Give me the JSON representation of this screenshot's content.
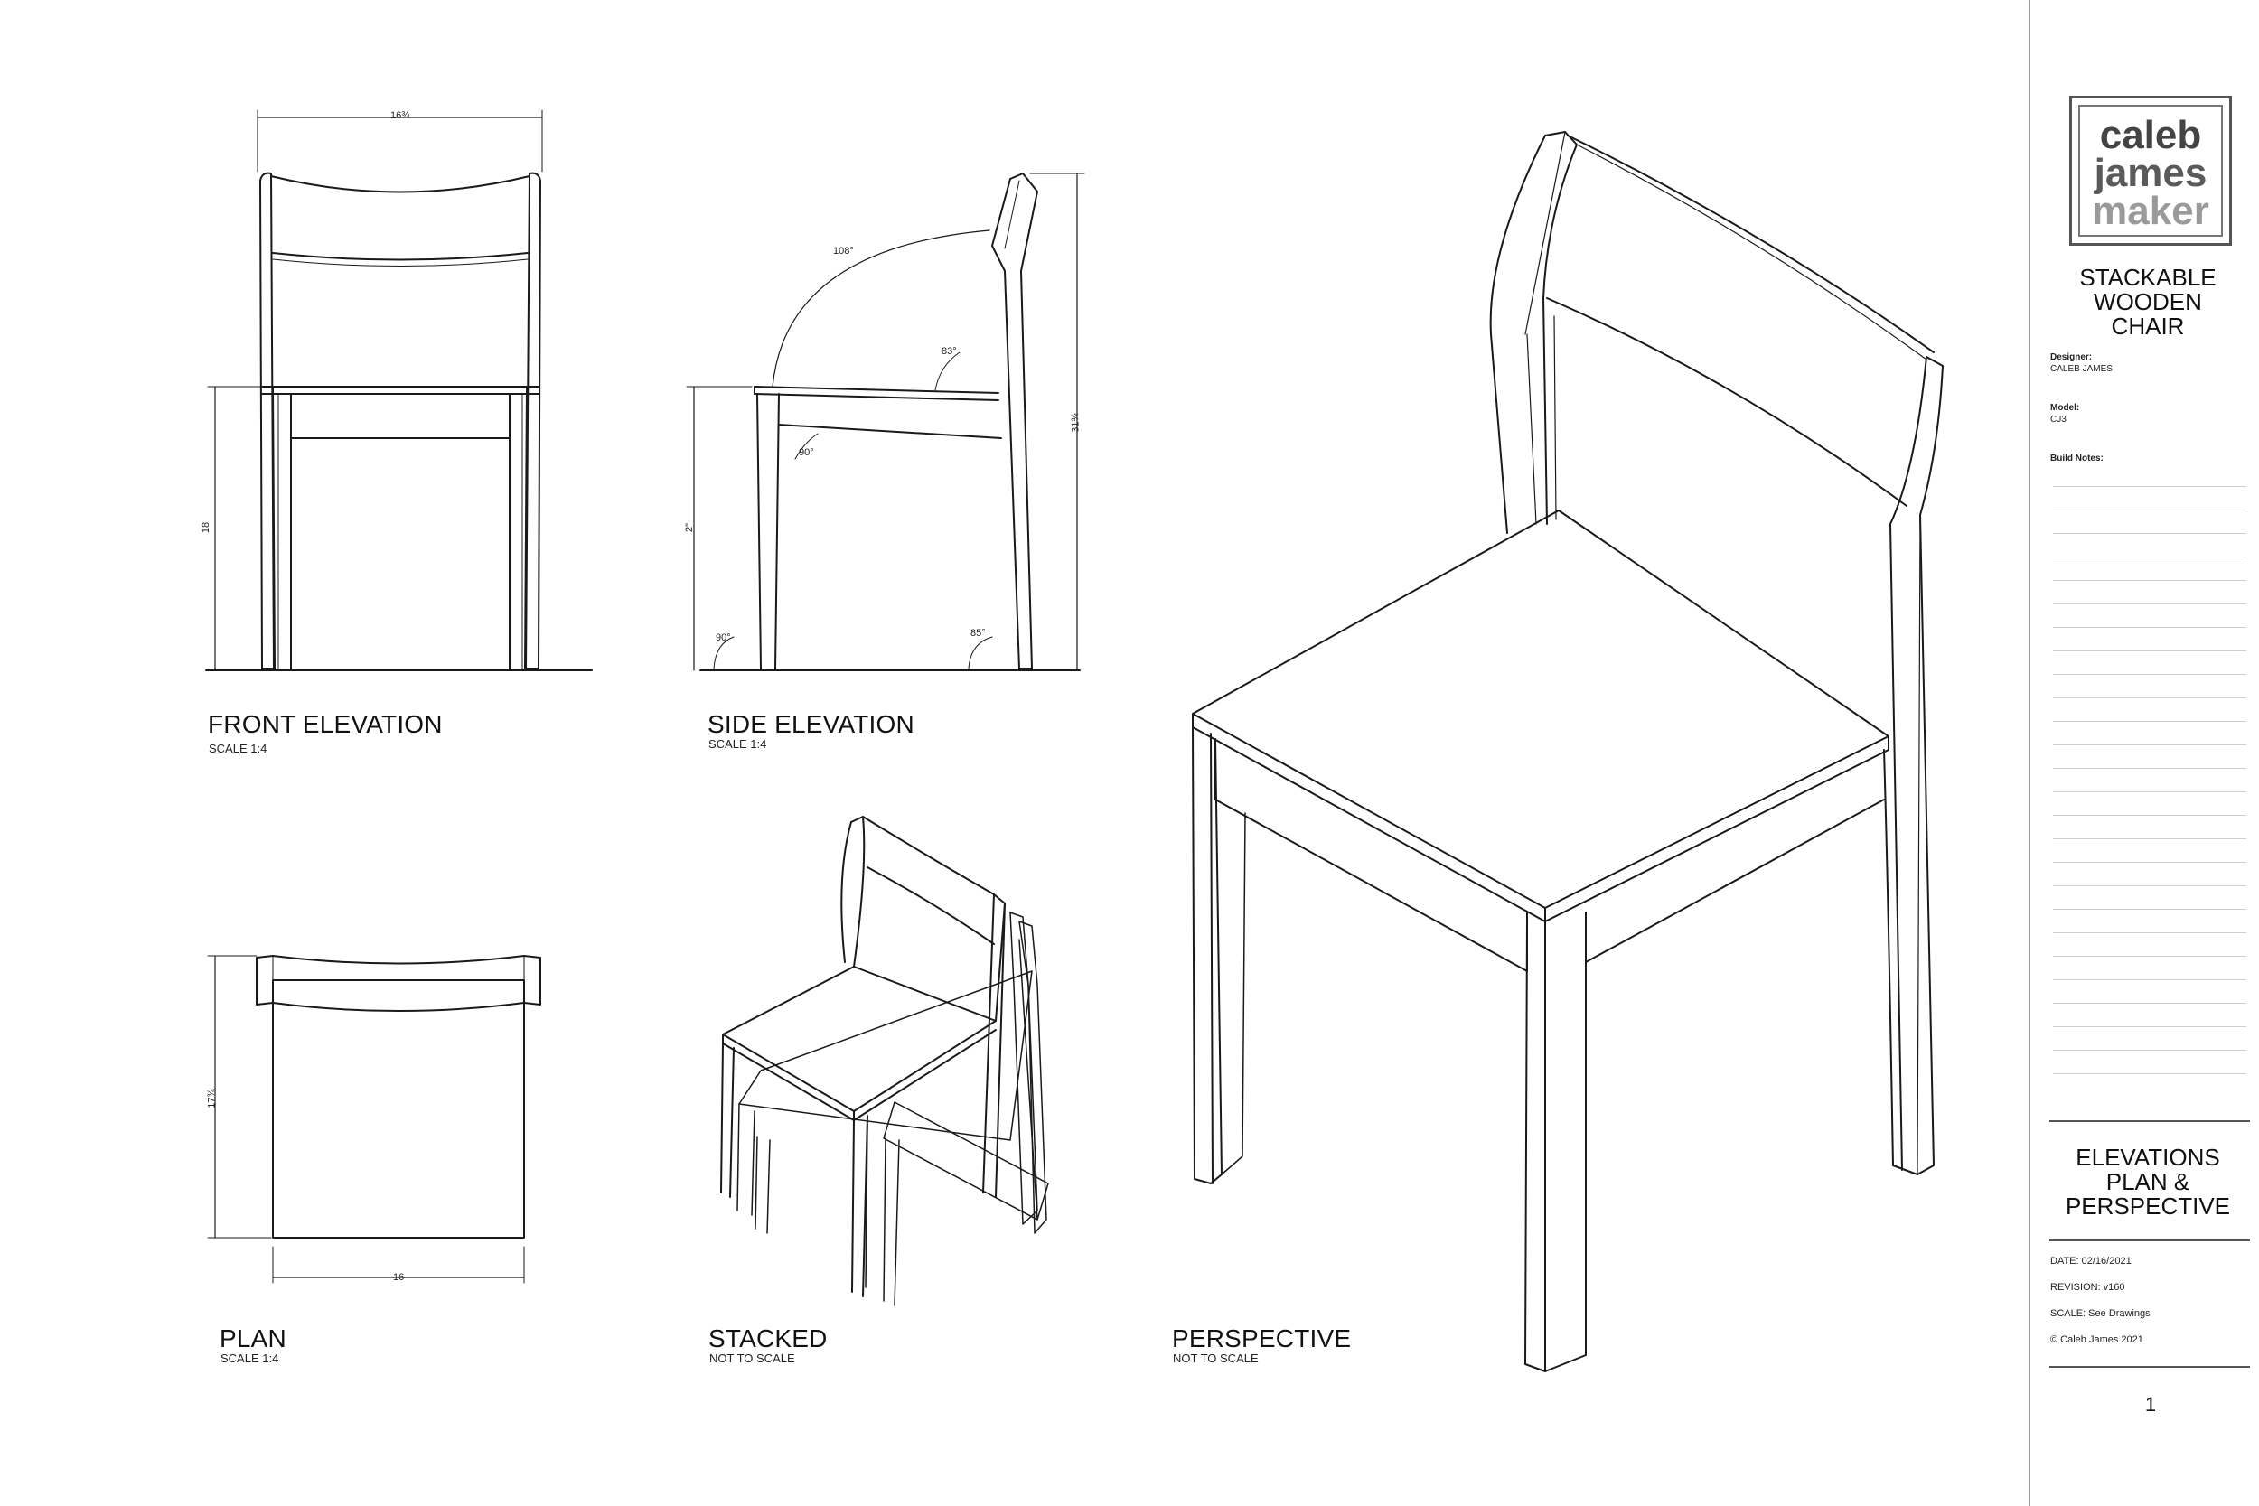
{
  "views": {
    "front": {
      "title": "FRONT ELEVATION",
      "scale": "SCALE 1:4"
    },
    "side": {
      "title": "SIDE ELEVATION",
      "scale": "SCALE 1:4"
    },
    "plan": {
      "title": "PLAN",
      "scale": "SCALE 1:4"
    },
    "stacked": {
      "title": "STACKED",
      "scale": "NOT TO SCALE"
    },
    "perspective": {
      "title": "PERSPECTIVE",
      "scale": "NOT TO SCALE"
    }
  },
  "dimensions": {
    "front_width": "16¾",
    "front_seat_height": "18",
    "side_back_angle": "108°",
    "side_seat_back_angle": "83°",
    "side_front_angle": "90°",
    "side_apron": "2\"",
    "side_foot_front": "90°",
    "side_foot_back": "85°",
    "side_overall_height": "31¾",
    "plan_depth": "17¾",
    "plan_width": "16"
  },
  "title_block": {
    "logo": {
      "line1": "caleb",
      "line2": "james",
      "line3": "maker"
    },
    "product_title": [
      "STACKABLE",
      "WOODEN",
      "CHAIR"
    ],
    "designer_label": "Designer:",
    "designer_value": "CALEB JAMES",
    "model_label": "Model:",
    "model_value": "CJ3",
    "build_notes_label": "Build Notes:",
    "sheet_title": [
      "ELEVATIONS",
      "PLAN &",
      "PERSPECTIVE"
    ],
    "date": "DATE: 02/16/2021",
    "revision": "REVISION: v160",
    "scale": "SCALE: See Drawings",
    "copyright": "© Caleb James 2021",
    "page_number": "1"
  }
}
